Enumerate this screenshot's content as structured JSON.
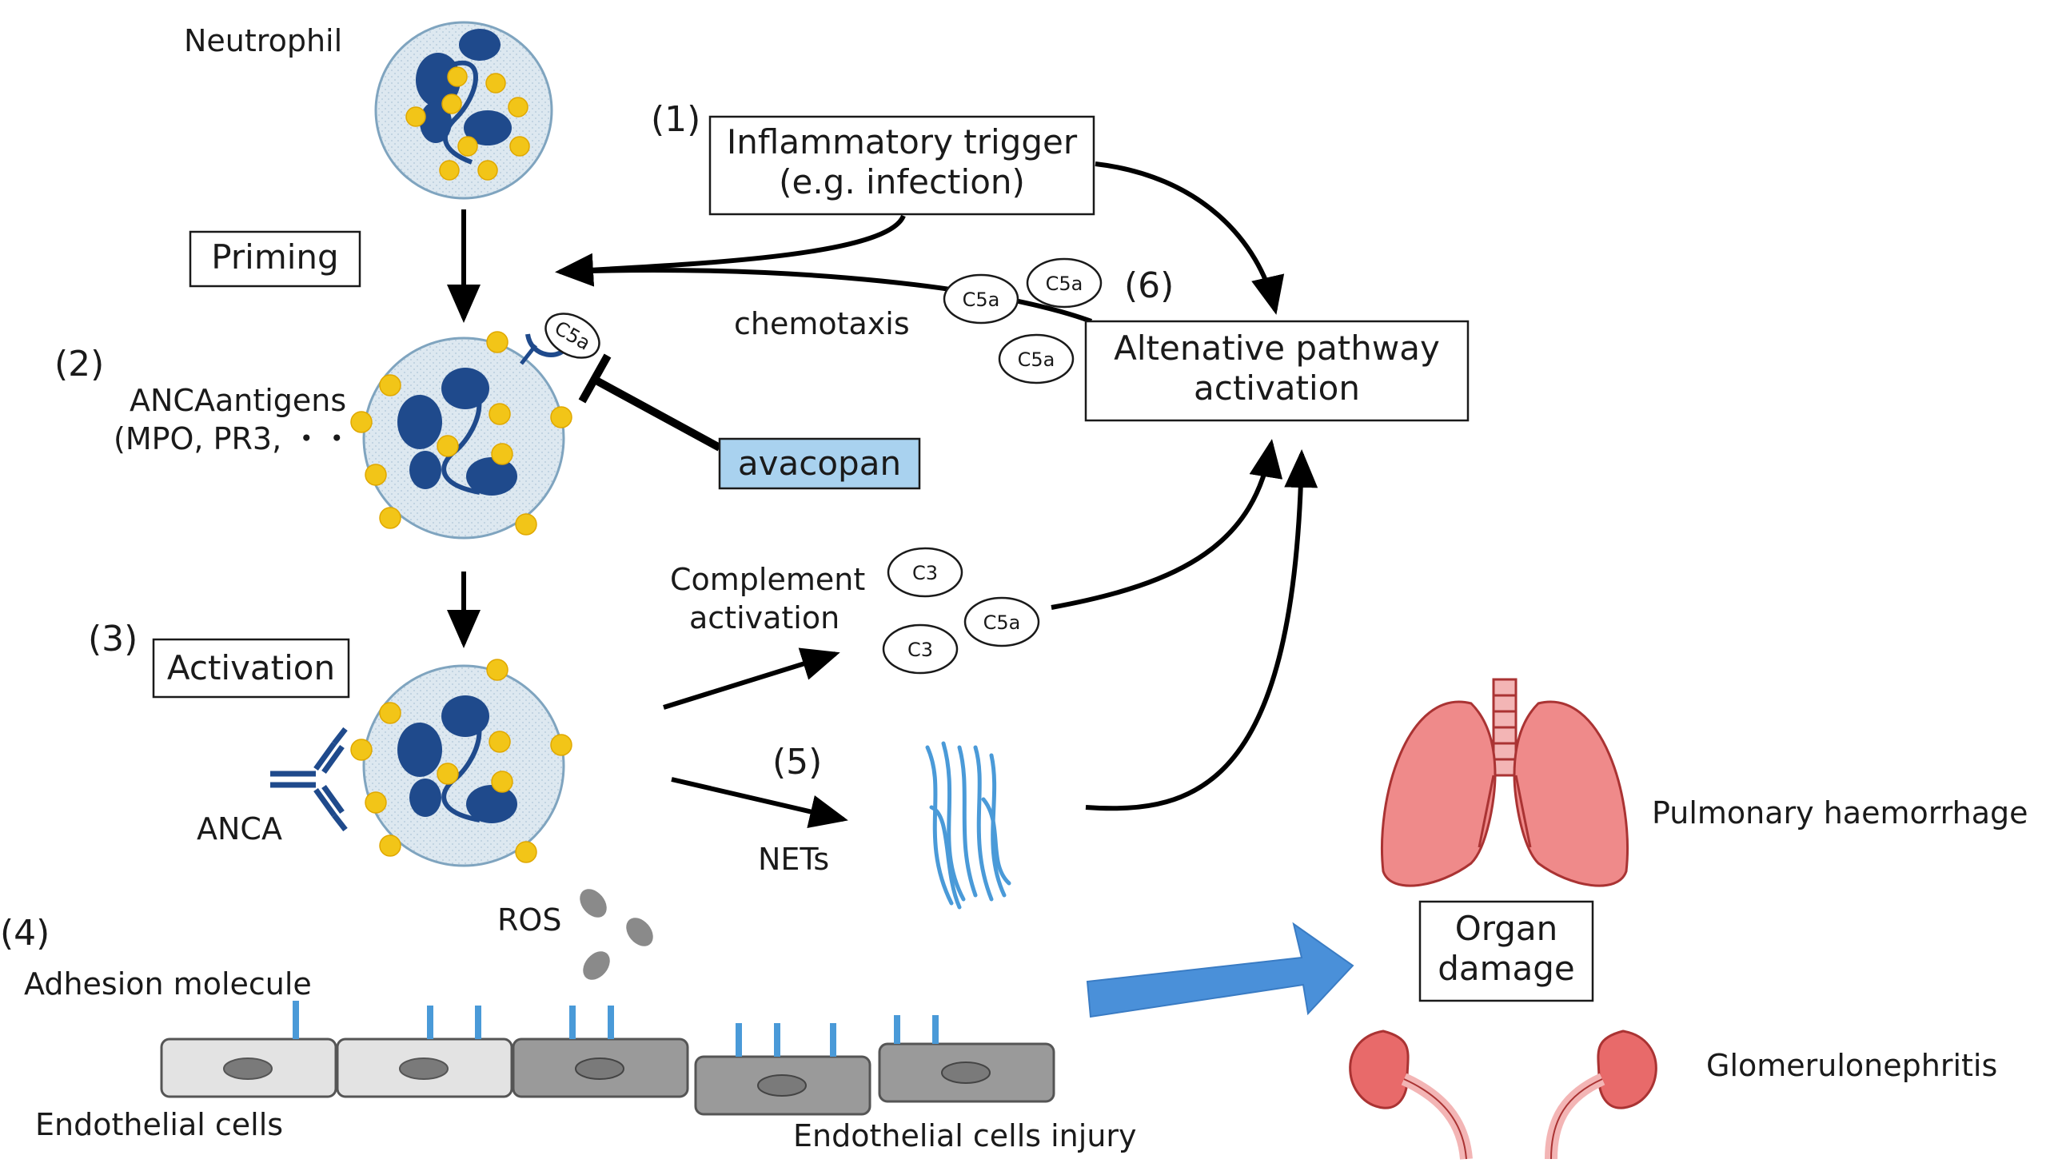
{
  "labels": {
    "neutrophil": "Neutrophil",
    "priming": "Priming",
    "step2": "(2)",
    "anca_antigens_line1": "ANCAantigens",
    "anca_antigens_line2": "(MPO, PR3, ・・・)",
    "step3": "(3)",
    "activation": "Activation",
    "anca": "ANCA",
    "step1": "(1)",
    "inflammatory_line1": "Inflammatory trigger",
    "inflammatory_line2": "(e.g. infection)",
    "chemotaxis": "chemotaxis",
    "step6": "(6)",
    "alt_pathway_line1": "Altenative pathway",
    "alt_pathway_line2": "activation",
    "avacopan": "avacopan",
    "complement_line1": "Complement",
    "complement_line2": "activation",
    "step5": "(5)",
    "nets": "NETs",
    "step4": "(4)",
    "ros": "ROS",
    "adhesion": "Adhesion molecule",
    "endothelial": "Endothelial cells",
    "endothelial_injury": "Endothelial cells injury",
    "pulmonary": "Pulmonary haemorrhage",
    "organ_line1": "Organ",
    "organ_line2": "damage",
    "glomerulo": "Glomerulonephritis"
  },
  "complement_tokens": {
    "c5a_receptor": "C5a",
    "c5a_top_left": "C5a",
    "c5a_top_right": "C5a",
    "c5a_bottom": "C5a",
    "c3_top": "C3",
    "c3_bottom": "C3",
    "c5a_mid": "C5a"
  },
  "colors": {
    "cell_fill": "#dde8f0",
    "nucleus": "#1f4a8c",
    "granule": "#f2c518",
    "avacopan_box": "#a9d2ef",
    "net_fibers": "#4a9ad8",
    "big_arrow": "#4a90d9",
    "lung": "#ef8a8a",
    "kidney": "#e86a6a",
    "endothelial_healthy": "#e3e3e3",
    "endothelial_injured": "#9a9a9a"
  },
  "icons": [
    "neutrophil-icon",
    "anca-antibody-icon",
    "c5a-receptor-icon",
    "net-fibers-icon",
    "lungs-icon",
    "kidney-icon",
    "ros-icon",
    "endothelial-cell-icon"
  ]
}
